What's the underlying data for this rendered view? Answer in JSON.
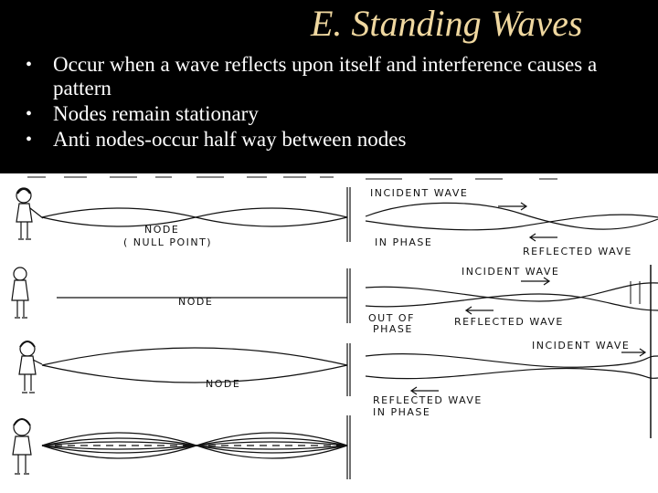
{
  "title": "E. Standing Waves",
  "bullets": [
    "Occur when a wave reflects upon itself and interference causes a pattern",
    "Nodes remain stationary",
    "Anti nodes-occur half way between nodes"
  ],
  "figure": {
    "labels": {
      "incident_wave": "INCIDENT WAVE",
      "reflected_wave": "REFLECTED WAVE",
      "in_phase": "IN PHASE",
      "out_of_phase_line1": "OUT OF",
      "out_of_phase_line2": "PHASE",
      "node": "NODE",
      "null_point": "( NULL POINT)"
    }
  },
  "colors": {
    "background": "#000000",
    "title": "#f0d8a0",
    "text": "#ffffff",
    "figure_background": "#ffffff"
  }
}
